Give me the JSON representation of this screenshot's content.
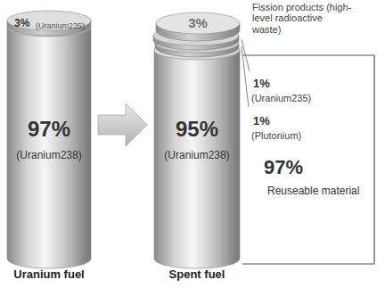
{
  "diagram": {
    "nodes": [
      {
        "text": [
          "97%",
          "(Uranium238)",
          "Uranium fuel"
        ]
      },
      {
        "text": [
          "3%",
          "(Uranium235)"
        ],
        "in": 0
      },
      {
        "text": [
          "95%",
          "(Uranium238)",
          "Spent fuel"
        ]
      },
      {
        "text": [
          "3%",
          "Fission products (high-level radioactive waste)"
        ],
        "in": 2
      },
      {
        "text": [
          "1%",
          "(Uranium235)"
        ],
        "in": 2
      },
      {
        "text": [
          "1%",
          "(Plutonium)"
        ],
        "in": 2
      }
    ],
    "edges": [
      {
        "from": 0,
        "to": 2,
        "arrow": "to"
      }
    ],
    "labels": [
      "97%",
      "Reuseable material"
    ]
  }
}
